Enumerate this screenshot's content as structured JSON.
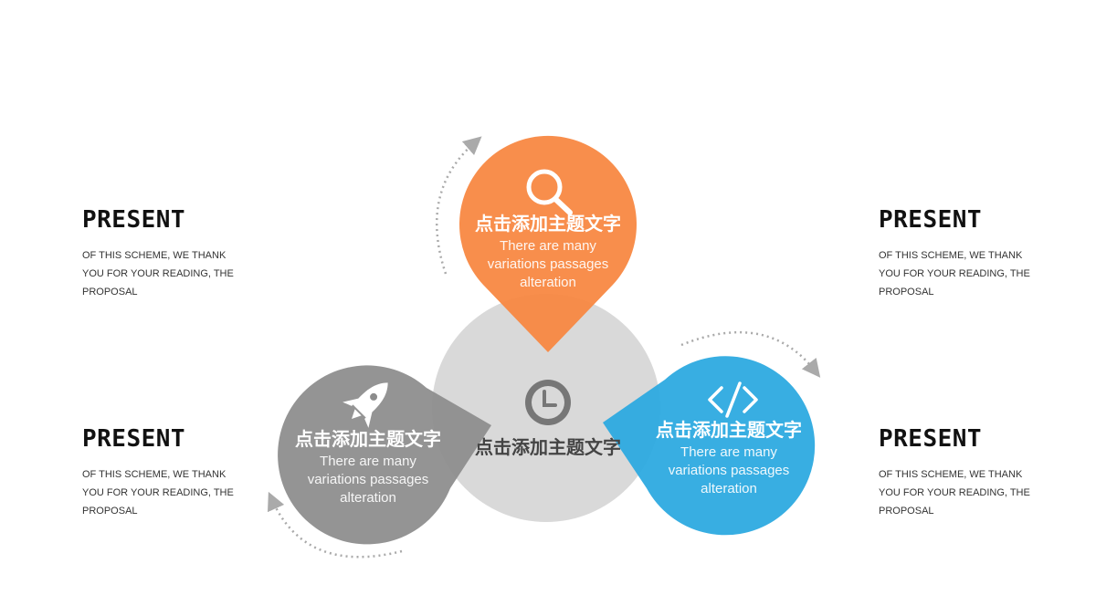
{
  "side_blocks": [
    {
      "title": "PRESENT",
      "desc": "OF THIS SCHEME, WE THANK YOU FOR YOUR READING, THE PROPOSAL"
    },
    {
      "title": "PRESENT",
      "desc": "OF THIS SCHEME, WE THANK YOU FOR YOUR READING, THE PROPOSAL"
    },
    {
      "title": "PRESENT",
      "desc": "OF THIS SCHEME, WE THANK YOU FOR YOUR READING, THE PROPOSAL"
    },
    {
      "title": "PRESENT",
      "desc": "OF THIS SCHEME, WE THANK YOU FOR YOUR READING, THE PROPOSAL"
    }
  ],
  "center": {
    "title": "点击添加主题文字",
    "icon": "clock-icon",
    "color": "#d9d9d9"
  },
  "petals": {
    "top": {
      "title": "点击添加主题文字",
      "body": "There are many variations passages alteration",
      "icon": "search-icon",
      "color": "#f7853e"
    },
    "left": {
      "title": "点击添加主题文字",
      "body": "There are many variations passages alteration",
      "icon": "rocket-icon",
      "color": "#8c8c8c"
    },
    "right": {
      "title": "点击添加主题文字",
      "body": "There are many variations passages alteration",
      "icon": "code-icon",
      "color": "#29a8e0"
    }
  }
}
